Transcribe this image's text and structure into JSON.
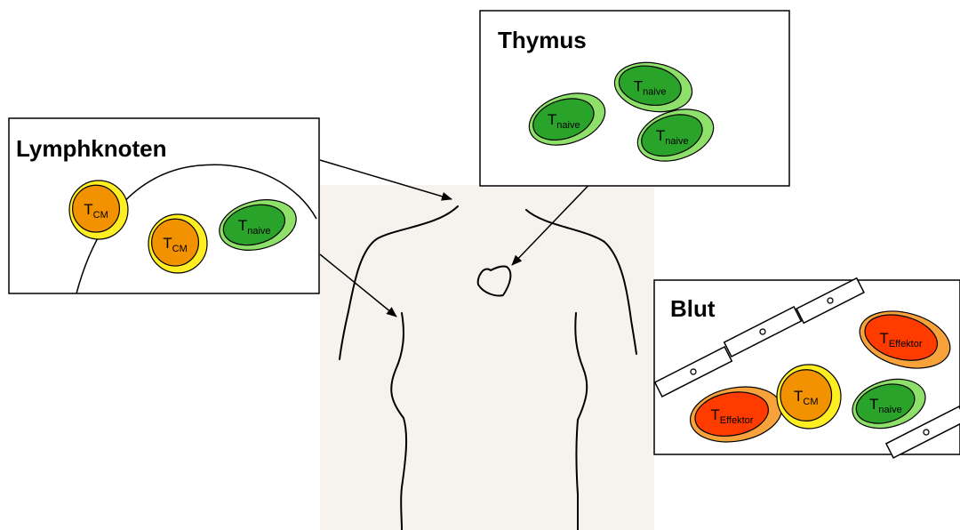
{
  "panels": {
    "thymus": {
      "title": "Thymus"
    },
    "lymph": {
      "title": "Lymphknoten"
    },
    "blood": {
      "title": "Blut"
    }
  },
  "cells": {
    "naive": {
      "letter": "T",
      "subscript": "naive",
      "outer_color": "#8ee06a",
      "inner_color": "#2aa32a"
    },
    "cm": {
      "letter": "T",
      "subscript": "CM",
      "outer_color": "#ffee22",
      "inner_color": "#f39200"
    },
    "effector": {
      "letter": "T",
      "subscript": "Effektor",
      "outer_color": "#f7a23a",
      "inner_color": "#ff3b00"
    }
  }
}
